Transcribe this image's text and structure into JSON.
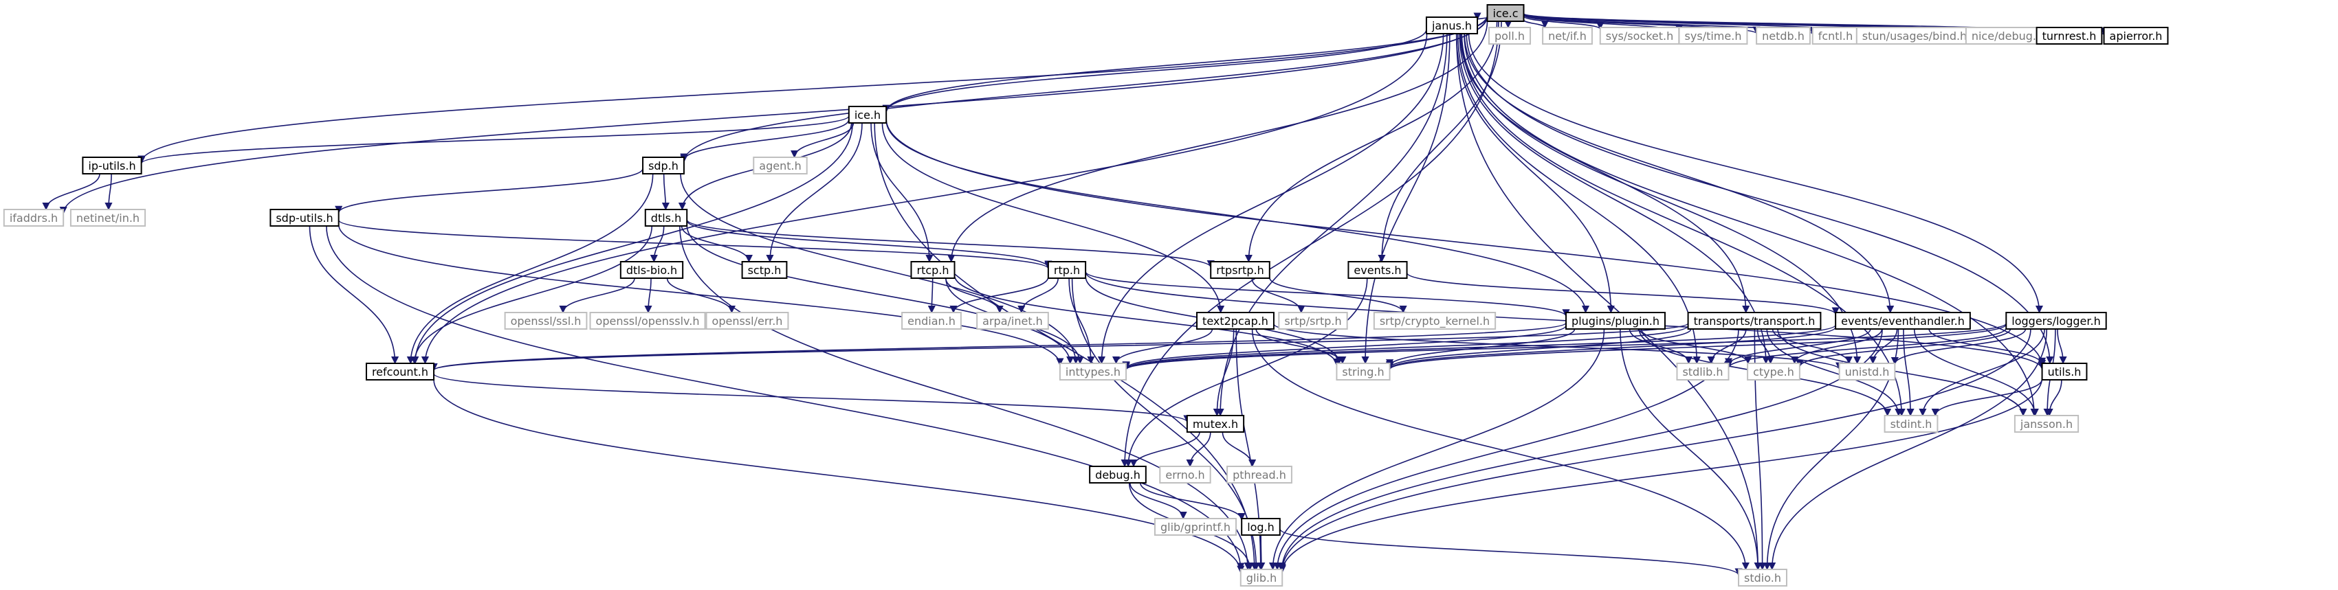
{
  "graph": {
    "colors": {
      "edge": "#191970",
      "linked_border": "#000000",
      "linked_text": "#000000",
      "external_border": "#bfbfbf",
      "external_text": "#777777",
      "root_fill": "#bfbfbf",
      "node_fill": "#ffffff"
    },
    "nodes": [
      {
        "id": "ice_c",
        "label": "ice.c",
        "kind": "root"
      },
      {
        "id": "janus_h",
        "label": "janus.h",
        "kind": "linked"
      },
      {
        "id": "poll_h",
        "label": "poll.h",
        "kind": "external"
      },
      {
        "id": "net_if_h",
        "label": "net/if.h",
        "kind": "external"
      },
      {
        "id": "sys_socket_h",
        "label": "sys/socket.h",
        "kind": "external"
      },
      {
        "id": "sys_time_h",
        "label": "sys/time.h",
        "kind": "external"
      },
      {
        "id": "netdb_h",
        "label": "netdb.h",
        "kind": "external"
      },
      {
        "id": "fcntl_h",
        "label": "fcntl.h",
        "kind": "external"
      },
      {
        "id": "stun_usages_bind_h",
        "label": "stun/usages/bind.h",
        "kind": "external"
      },
      {
        "id": "nice_debug_h",
        "label": "nice/debug.h",
        "kind": "external"
      },
      {
        "id": "turnrest_h",
        "label": "turnrest.h",
        "kind": "linked"
      },
      {
        "id": "apierror_h",
        "label": "apierror.h",
        "kind": "linked"
      },
      {
        "id": "ice_h",
        "label": "ice.h",
        "kind": "linked"
      },
      {
        "id": "ip_utils_h",
        "label": "ip-utils.h",
        "kind": "linked"
      },
      {
        "id": "ifaddrs_h",
        "label": "ifaddrs.h",
        "kind": "external"
      },
      {
        "id": "netinet_in_h",
        "label": "netinet/in.h",
        "kind": "external"
      },
      {
        "id": "sdp_h",
        "label": "sdp.h",
        "kind": "linked"
      },
      {
        "id": "agent_h",
        "label": "agent.h",
        "kind": "external"
      },
      {
        "id": "sdp_utils_h",
        "label": "sdp-utils.h",
        "kind": "linked"
      },
      {
        "id": "dtls_h",
        "label": "dtls.h",
        "kind": "linked"
      },
      {
        "id": "dtls_bio_h",
        "label": "dtls-bio.h",
        "kind": "linked"
      },
      {
        "id": "sctp_h",
        "label": "sctp.h",
        "kind": "linked"
      },
      {
        "id": "openssl_ssl_h",
        "label": "openssl/ssl.h",
        "kind": "external"
      },
      {
        "id": "openssl_opensslv_h",
        "label": "openssl/opensslv.h",
        "kind": "external"
      },
      {
        "id": "openssl_err_h",
        "label": "openssl/err.h",
        "kind": "external"
      },
      {
        "id": "rtcp_h",
        "label": "rtcp.h",
        "kind": "linked"
      },
      {
        "id": "rtp_h",
        "label": "rtp.h",
        "kind": "linked"
      },
      {
        "id": "rtpsrtp_h",
        "label": "rtpsrtp.h",
        "kind": "linked"
      },
      {
        "id": "srtp_srtp_h",
        "label": "srtp/srtp.h",
        "kind": "external"
      },
      {
        "id": "srtp_crypto_kernel_h",
        "label": "srtp/crypto_kernel.h",
        "kind": "external"
      },
      {
        "id": "events_h",
        "label": "events.h",
        "kind": "linked"
      },
      {
        "id": "endian_h",
        "label": "endian.h",
        "kind": "external"
      },
      {
        "id": "arpa_inet_h",
        "label": "arpa/inet.h",
        "kind": "external"
      },
      {
        "id": "text2pcap_h",
        "label": "text2pcap.h",
        "kind": "linked"
      },
      {
        "id": "plugins_plugin_h",
        "label": "plugins/plugin.h",
        "kind": "linked"
      },
      {
        "id": "transports_transport_h",
        "label": "transports/transport.h",
        "kind": "linked"
      },
      {
        "id": "events_eventhandler_h",
        "label": "events/eventhandler.h",
        "kind": "linked"
      },
      {
        "id": "loggers_logger_h",
        "label": "loggers/logger.h",
        "kind": "linked"
      },
      {
        "id": "refcount_h",
        "label": "refcount.h",
        "kind": "linked"
      },
      {
        "id": "inttypes_h",
        "label": "inttypes.h",
        "kind": "external"
      },
      {
        "id": "string_h",
        "label": "string.h",
        "kind": "external"
      },
      {
        "id": "stdlib_h",
        "label": "stdlib.h",
        "kind": "external"
      },
      {
        "id": "ctype_h",
        "label": "ctype.h",
        "kind": "external"
      },
      {
        "id": "unistd_h",
        "label": "unistd.h",
        "kind": "external"
      },
      {
        "id": "utils_h",
        "label": "utils.h",
        "kind": "linked"
      },
      {
        "id": "stdint_h",
        "label": "stdint.h",
        "kind": "external"
      },
      {
        "id": "jansson_h",
        "label": "jansson.h",
        "kind": "external"
      },
      {
        "id": "mutex_h",
        "label": "mutex.h",
        "kind": "linked"
      },
      {
        "id": "errno_h",
        "label": "errno.h",
        "kind": "external"
      },
      {
        "id": "pthread_h",
        "label": "pthread.h",
        "kind": "external"
      },
      {
        "id": "debug_h",
        "label": "debug.h",
        "kind": "linked"
      },
      {
        "id": "glib_gprintf_h",
        "label": "glib/gprintf.h",
        "kind": "external"
      },
      {
        "id": "log_h",
        "label": "log.h",
        "kind": "linked"
      },
      {
        "id": "glib_h",
        "label": "glib.h",
        "kind": "external"
      },
      {
        "id": "stdio_h",
        "label": "stdio.h",
        "kind": "external"
      }
    ],
    "edges": [
      [
        "ice_c",
        "janus_h"
      ],
      [
        "ice_c",
        "poll_h"
      ],
      [
        "ice_c",
        "net_if_h"
      ],
      [
        "ice_c",
        "sys_socket_h"
      ],
      [
        "ice_c",
        "sys_time_h"
      ],
      [
        "ice_c",
        "netdb_h"
      ],
      [
        "ice_c",
        "fcntl_h"
      ],
      [
        "ice_c",
        "stun_usages_bind_h"
      ],
      [
        "ice_c",
        "nice_debug_h"
      ],
      [
        "ice_c",
        "turnrest_h"
      ],
      [
        "ice_c",
        "apierror_h"
      ],
      [
        "ice_c",
        "ice_h"
      ],
      [
        "ice_c",
        "ip_utils_h"
      ],
      [
        "ice_c",
        "ifaddrs_h"
      ],
      [
        "ice_c",
        "sdp_h"
      ],
      [
        "ice_c",
        "rtcp_h"
      ],
      [
        "ice_c",
        "rtpsrtp_h"
      ],
      [
        "ice_c",
        "events_h"
      ],
      [
        "ice_c",
        "debug_h"
      ],
      [
        "janus_h",
        "ice_h"
      ],
      [
        "janus_h",
        "refcount_h"
      ],
      [
        "janus_h",
        "inttypes_h"
      ],
      [
        "janus_h",
        "string_h"
      ],
      [
        "janus_h",
        "mutex_h"
      ],
      [
        "janus_h",
        "plugins_plugin_h"
      ],
      [
        "janus_h",
        "transports_transport_h"
      ],
      [
        "janus_h",
        "stdlib_h"
      ],
      [
        "janus_h",
        "ctype_h"
      ],
      [
        "janus_h",
        "unistd_h"
      ],
      [
        "janus_h",
        "events_eventhandler_h"
      ],
      [
        "janus_h",
        "loggers_logger_h"
      ],
      [
        "janus_h",
        "utils_h"
      ],
      [
        "janus_h",
        "stdint_h"
      ],
      [
        "janus_h",
        "jansson_h"
      ],
      [
        "janus_h",
        "stdio_h"
      ],
      [
        "ice_h",
        "ip_utils_h"
      ],
      [
        "ice_h",
        "sdp_h"
      ],
      [
        "ice_h",
        "agent_h"
      ],
      [
        "ice_h",
        "dtls_h"
      ],
      [
        "ice_h",
        "sctp_h"
      ],
      [
        "ice_h",
        "rtcp_h"
      ],
      [
        "ice_h",
        "text2pcap_h"
      ],
      [
        "ice_h",
        "plugins_plugin_h"
      ],
      [
        "ice_h",
        "utils_h"
      ],
      [
        "ice_h",
        "refcount_h"
      ],
      [
        "ice_h",
        "glib_h"
      ],
      [
        "ip_utils_h",
        "ifaddrs_h"
      ],
      [
        "ip_utils_h",
        "netinet_in_h"
      ],
      [
        "sdp_h",
        "sdp_utils_h"
      ],
      [
        "sdp_h",
        "dtls_h"
      ],
      [
        "sdp_h",
        "inttypes_h"
      ],
      [
        "sdp_h",
        "refcount_h"
      ],
      [
        "sdp_utils_h",
        "rtp_h"
      ],
      [
        "sdp_utils_h",
        "inttypes_h"
      ],
      [
        "sdp_utils_h",
        "refcount_h"
      ],
      [
        "sdp_utils_h",
        "glib_h"
      ],
      [
        "dtls_h",
        "dtls_bio_h"
      ],
      [
        "dtls_h",
        "sctp_h"
      ],
      [
        "dtls_h",
        "rtp_h"
      ],
      [
        "dtls_h",
        "rtpsrtp_h"
      ],
      [
        "dtls_h",
        "inttypes_h"
      ],
      [
        "dtls_h",
        "refcount_h"
      ],
      [
        "dtls_h",
        "glib_h"
      ],
      [
        "dtls_bio_h",
        "openssl_ssl_h"
      ],
      [
        "dtls_bio_h",
        "openssl_opensslv_h"
      ],
      [
        "dtls_bio_h",
        "openssl_err_h"
      ],
      [
        "rtcp_h",
        "endian_h"
      ],
      [
        "rtcp_h",
        "arpa_inet_h"
      ],
      [
        "rtcp_h",
        "inttypes_h"
      ],
      [
        "rtcp_h",
        "string_h"
      ],
      [
        "rtp_h",
        "endian_h"
      ],
      [
        "rtp_h",
        "arpa_inet_h"
      ],
      [
        "rtp_h",
        "inttypes_h"
      ],
      [
        "rtp_h",
        "string_h"
      ],
      [
        "rtp_h",
        "plugins_plugin_h"
      ],
      [
        "rtp_h",
        "utils_h"
      ],
      [
        "rtp_h",
        "glib_h"
      ],
      [
        "rtpsrtp_h",
        "srtp_srtp_h"
      ],
      [
        "rtpsrtp_h",
        "srtp_crypto_kernel_h"
      ],
      [
        "events_h",
        "debug_h"
      ],
      [
        "events_h",
        "events_eventhandler_h"
      ],
      [
        "text2pcap_h",
        "mutex_h"
      ],
      [
        "text2pcap_h",
        "inttypes_h"
      ],
      [
        "text2pcap_h",
        "string_h"
      ],
      [
        "text2pcap_h",
        "stdio_h"
      ],
      [
        "text2pcap_h",
        "glib_h"
      ],
      [
        "text2pcap_h",
        "unistd_h"
      ],
      [
        "plugins_plugin_h",
        "stdlib_h"
      ],
      [
        "plugins_plugin_h",
        "stdint_h"
      ],
      [
        "plugins_plugin_h",
        "stdio_h"
      ],
      [
        "plugins_plugin_h",
        "ctype_h"
      ],
      [
        "plugins_plugin_h",
        "inttypes_h"
      ],
      [
        "plugins_plugin_h",
        "string_h"
      ],
      [
        "plugins_plugin_h",
        "refcount_h"
      ],
      [
        "plugins_plugin_h",
        "glib_h"
      ],
      [
        "transports_transport_h",
        "stdlib_h"
      ],
      [
        "transports_transport_h",
        "stdint_h"
      ],
      [
        "transports_transport_h",
        "stdio_h"
      ],
      [
        "transports_transport_h",
        "ctype_h"
      ],
      [
        "transports_transport_h",
        "unistd_h"
      ],
      [
        "transports_transport_h",
        "inttypes_h"
      ],
      [
        "transports_transport_h",
        "string_h"
      ],
      [
        "transports_transport_h",
        "refcount_h"
      ],
      [
        "transports_transport_h",
        "glib_h"
      ],
      [
        "transports_transport_h",
        "jansson_h"
      ],
      [
        "events_eventhandler_h",
        "stdlib_h"
      ],
      [
        "events_eventhandler_h",
        "stdint_h"
      ],
      [
        "events_eventhandler_h",
        "stdio_h"
      ],
      [
        "events_eventhandler_h",
        "ctype_h"
      ],
      [
        "events_eventhandler_h",
        "unistd_h"
      ],
      [
        "events_eventhandler_h",
        "inttypes_h"
      ],
      [
        "events_eventhandler_h",
        "string_h"
      ],
      [
        "events_eventhandler_h",
        "glib_h"
      ],
      [
        "events_eventhandler_h",
        "jansson_h"
      ],
      [
        "events_eventhandler_h",
        "utils_h"
      ],
      [
        "loggers_logger_h",
        "stdlib_h"
      ],
      [
        "loggers_logger_h",
        "stdint_h"
      ],
      [
        "loggers_logger_h",
        "stdio_h"
      ],
      [
        "loggers_logger_h",
        "ctype_h"
      ],
      [
        "loggers_logger_h",
        "unistd_h"
      ],
      [
        "loggers_logger_h",
        "inttypes_h"
      ],
      [
        "loggers_logger_h",
        "string_h"
      ],
      [
        "loggers_logger_h",
        "glib_h"
      ],
      [
        "loggers_logger_h",
        "jansson_h"
      ],
      [
        "loggers_logger_h",
        "utils_h"
      ],
      [
        "utils_h",
        "stdint_h"
      ],
      [
        "utils_h",
        "glib_h"
      ],
      [
        "utils_h",
        "jansson_h"
      ],
      [
        "refcount_h",
        "glib_h"
      ],
      [
        "refcount_h",
        "mutex_h"
      ],
      [
        "mutex_h",
        "errno_h"
      ],
      [
        "mutex_h",
        "pthread_h"
      ],
      [
        "mutex_h",
        "debug_h"
      ],
      [
        "debug_h",
        "glib_h"
      ],
      [
        "debug_h",
        "glib_gprintf_h"
      ],
      [
        "debug_h",
        "log_h"
      ],
      [
        "log_h",
        "stdio_h"
      ],
      [
        "log_h",
        "glib_h"
      ]
    ]
  }
}
